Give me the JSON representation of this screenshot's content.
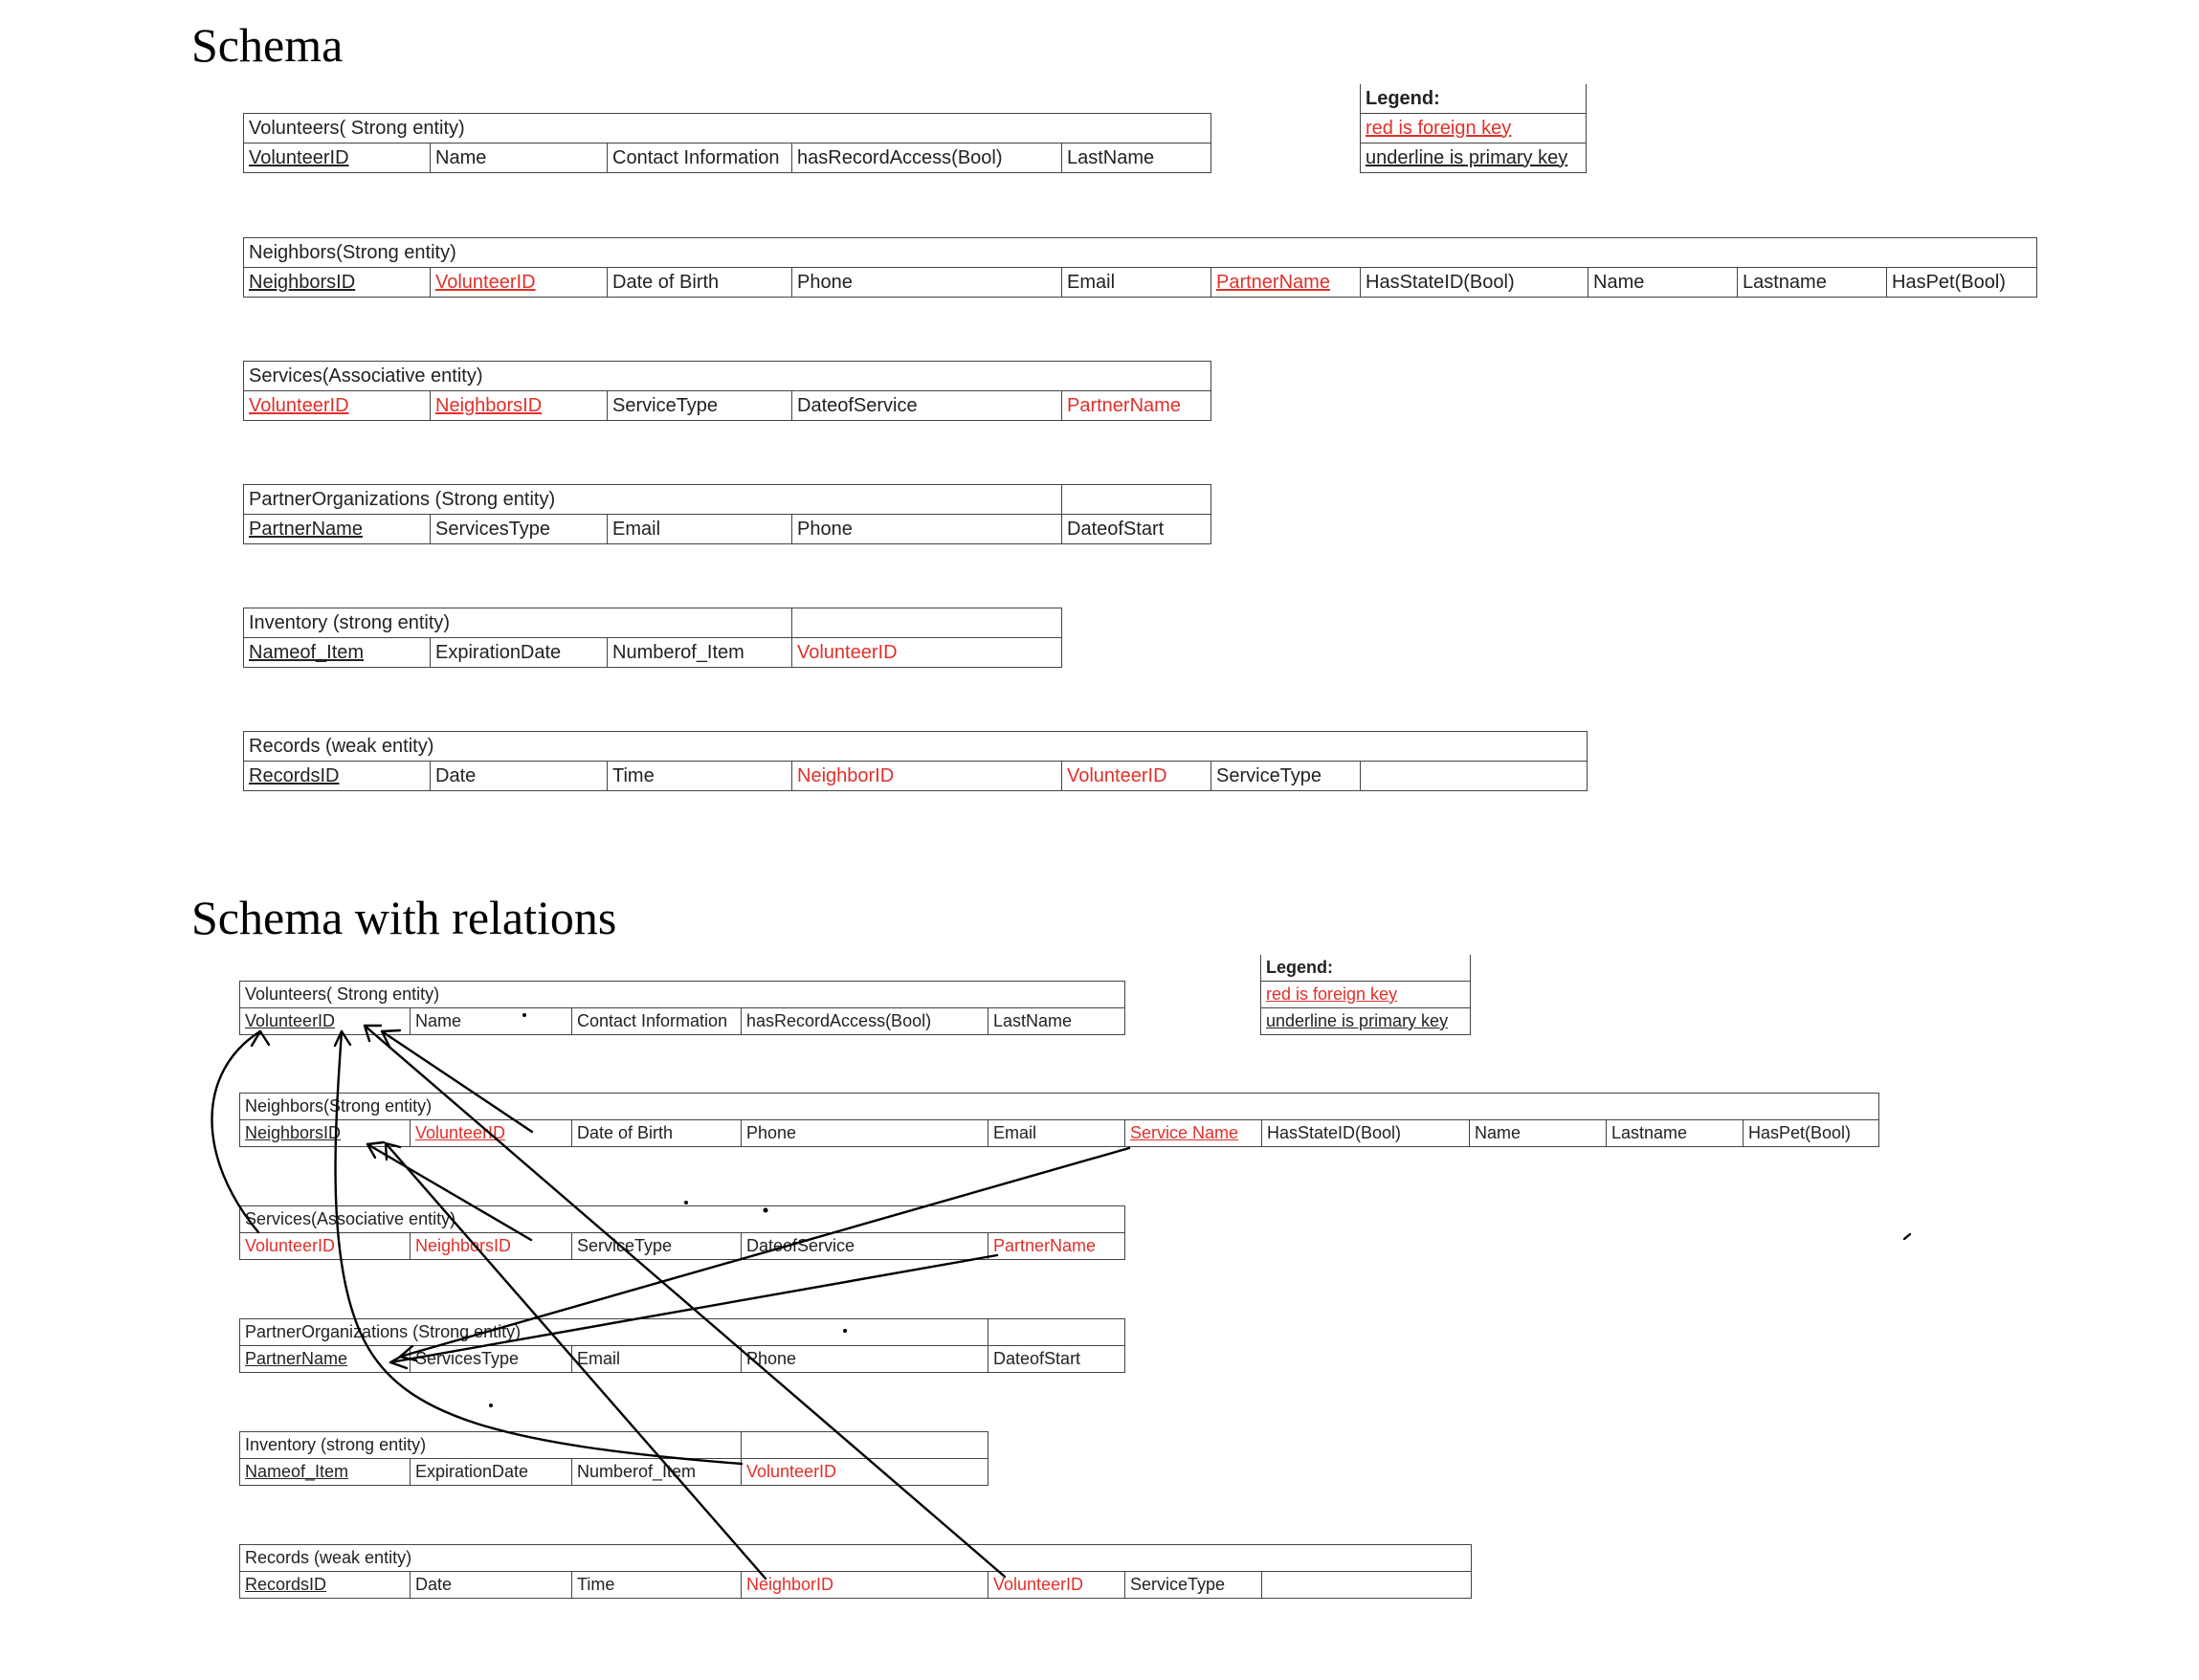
{
  "sections": {
    "schema": "Schema",
    "relations": "Schema with relations"
  },
  "legend": {
    "title": "Legend:",
    "fk_note": "red is foreign key",
    "pk_note": "underline is primary key"
  },
  "colors": {
    "foreign_key": "#e0302a",
    "border": "#444444",
    "arrow": "#000000"
  },
  "schema": {
    "volunteers": {
      "title": "Volunteers( Strong entity)",
      "cols": [
        "VolunteerID",
        "Name",
        "Contact Information",
        "hasRecordAccess(Bool)",
        "LastName"
      ]
    },
    "neighbors": {
      "title": "Neighbors(Strong entity)",
      "cols": [
        "NeighborsID",
        "VolunteerID",
        "Date of Birth",
        "Phone",
        "Email",
        "PartnerName",
        "HasStateID(Bool)",
        "Name",
        "Lastname",
        "HasPet(Bool)"
      ]
    },
    "services": {
      "title": "Services(Associative entity)",
      "cols": [
        "VolunteerID",
        "NeighborsID",
        "ServiceType",
        "DateofService",
        "PartnerName"
      ]
    },
    "partners": {
      "title": "PartnerOrganizations (Strong entity)",
      "cols": [
        "PartnerName",
        "ServicesType",
        "Email",
        "Phone",
        "DateofStart"
      ]
    },
    "inventory": {
      "title": "Inventory (strong entity)",
      "cols": [
        "Nameof_Item",
        "ExpirationDate",
        "Numberof_Item",
        "VolunteerID"
      ]
    },
    "records": {
      "title": "Records (weak entity)",
      "cols": [
        "RecordsID",
        "Date",
        "Time",
        "NeighborID",
        "VolunteerID",
        "ServiceType",
        ""
      ]
    }
  },
  "relations": {
    "volunteers": {
      "title": "Volunteers( Strong entity)",
      "cols": [
        "VolunteerID",
        "Name",
        "Contact Information",
        "hasRecordAccess(Bool)",
        "LastName"
      ]
    },
    "neighbors": {
      "title": "Neighbors(Strong entity)",
      "cols": [
        "NeighborsID",
        "VolunteerID",
        "Date of Birth",
        "Phone",
        "Email",
        "Service Name",
        "HasStateID(Bool)",
        "Name",
        "Lastname",
        "HasPet(Bool)"
      ]
    },
    "services": {
      "title": "Services(Associative entity)",
      "cols": [
        "VolunteerID",
        "NeighborsID",
        "ServiceType",
        "DateofService",
        "PartnerName"
      ]
    },
    "partners": {
      "title": "PartnerOrganizations (Strong entity)",
      "cols": [
        "PartnerName",
        "ServicesType",
        "Email",
        "Phone",
        "DateofStart"
      ]
    },
    "inventory": {
      "title": "Inventory (strong entity)",
      "cols": [
        "Nameof_Item",
        "ExpirationDate",
        "Numberof_Item",
        "VolunteerID"
      ]
    },
    "records": {
      "title": "Records (weak entity)",
      "cols": [
        "RecordsID",
        "Date",
        "Time",
        "NeighborID",
        "VolunteerID",
        "ServiceType",
        ""
      ]
    }
  }
}
